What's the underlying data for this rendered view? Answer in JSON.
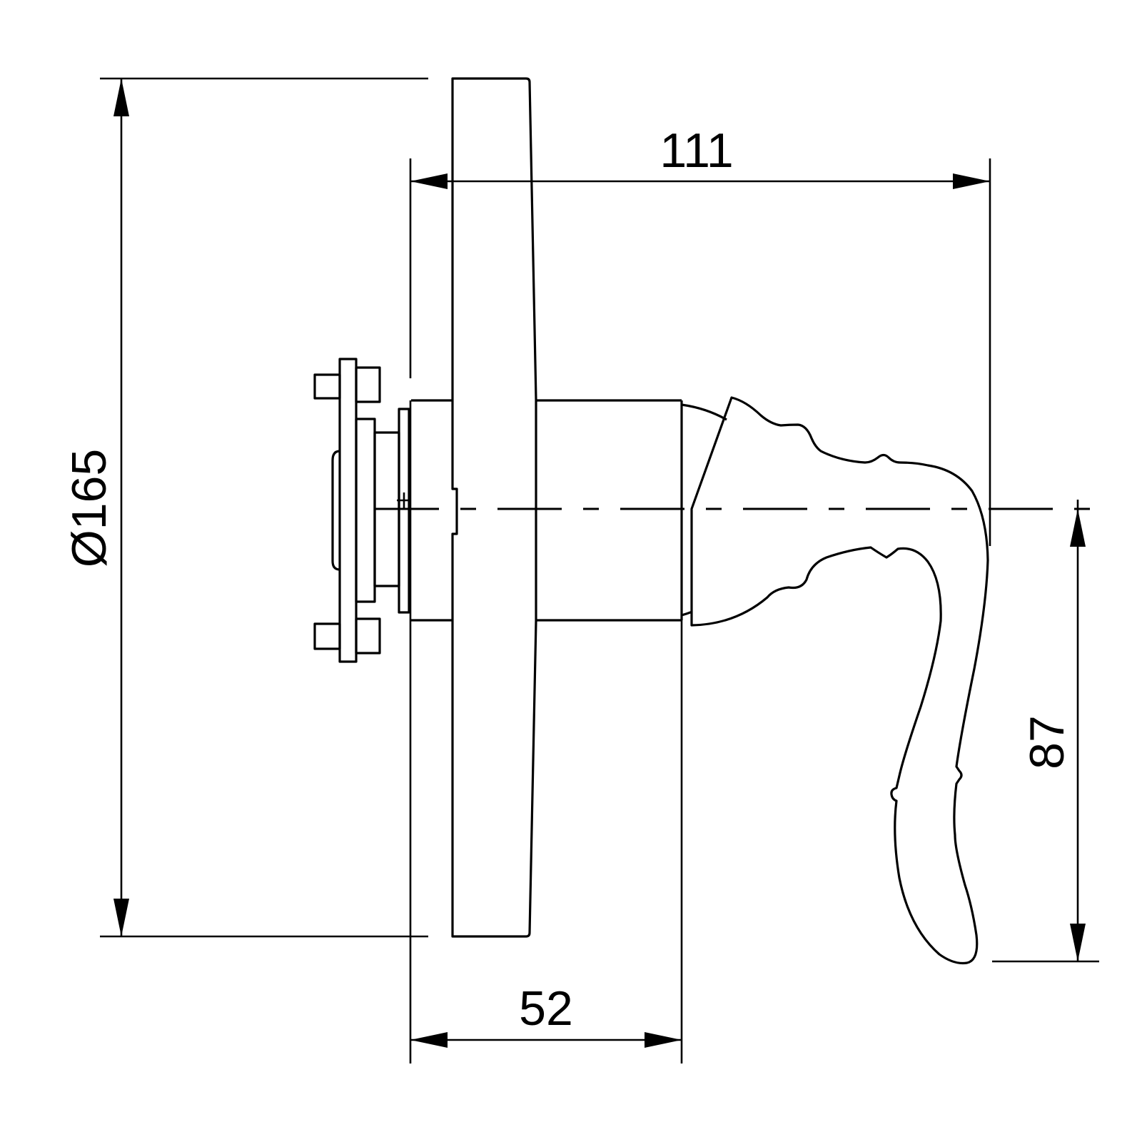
{
  "drawing": {
    "dimensions": {
      "diameter": "Ø165",
      "projection": "111",
      "depth": "52",
      "handle_drop": "87"
    }
  }
}
